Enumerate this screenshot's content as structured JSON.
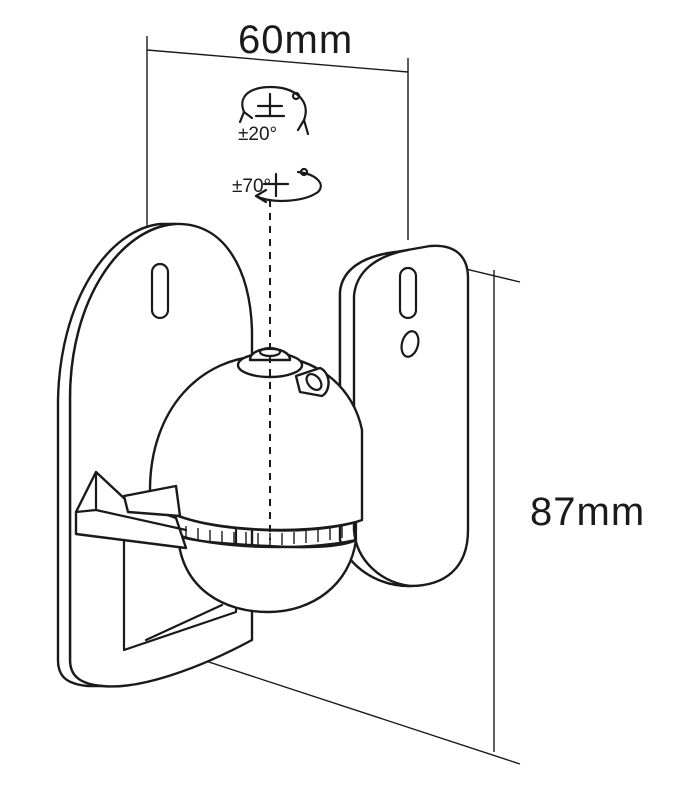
{
  "dimensions": {
    "width_label": "60mm",
    "height_label": "87mm"
  },
  "rotation": {
    "tilt_label": "±20°",
    "swivel_label": "±70°"
  },
  "icons": [
    "tilt-arrow-icon",
    "swivel-arrow-icon"
  ],
  "colors": {
    "line": "#1a1a1a",
    "background": "#ffffff"
  }
}
